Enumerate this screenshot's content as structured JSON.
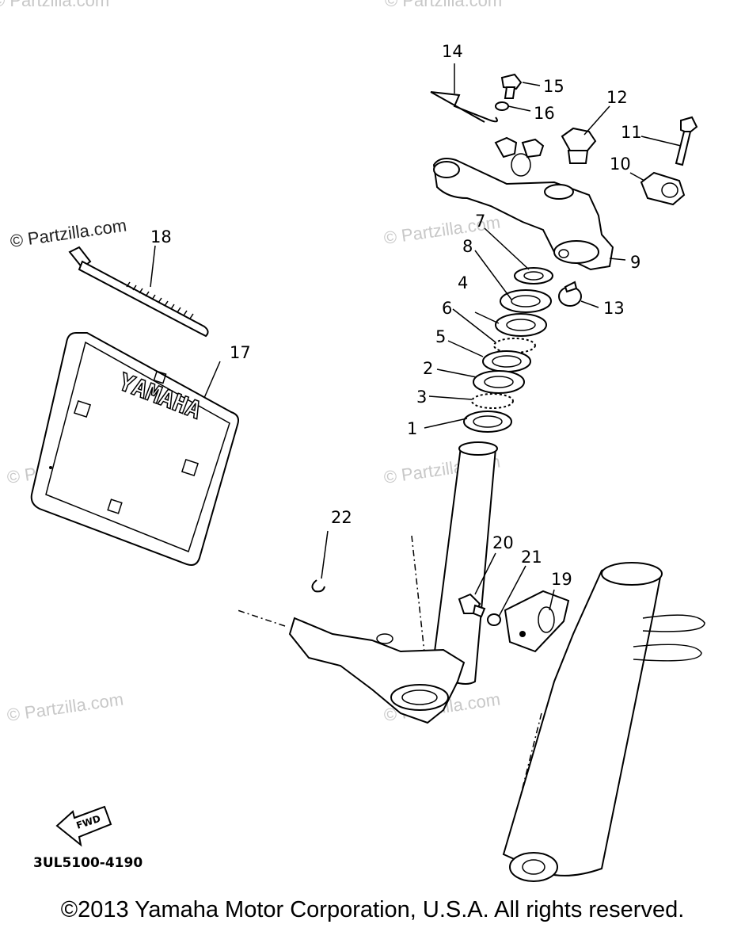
{
  "diagram": {
    "callouts": [
      {
        "id": "1",
        "text": "1"
      },
      {
        "id": "2",
        "text": "2"
      },
      {
        "id": "3",
        "text": "3"
      },
      {
        "id": "4",
        "text": "4"
      },
      {
        "id": "5",
        "text": "5"
      },
      {
        "id": "6",
        "text": "6"
      },
      {
        "id": "7",
        "text": "7"
      },
      {
        "id": "8",
        "text": "8"
      },
      {
        "id": "9",
        "text": "9"
      },
      {
        "id": "10",
        "text": "10"
      },
      {
        "id": "11",
        "text": "11"
      },
      {
        "id": "12",
        "text": "12"
      },
      {
        "id": "13",
        "text": "13"
      },
      {
        "id": "14",
        "text": "14"
      },
      {
        "id": "15",
        "text": "15"
      },
      {
        "id": "16",
        "text": "16"
      },
      {
        "id": "17",
        "text": "17"
      },
      {
        "id": "18",
        "text": "18"
      },
      {
        "id": "19",
        "text": "19"
      },
      {
        "id": "20",
        "text": "20"
      },
      {
        "id": "21",
        "text": "21"
      },
      {
        "id": "22",
        "text": "22"
      }
    ],
    "plate_text": "YAMAHA",
    "fwd_text": "FWD",
    "diagram_code": "3UL5100-4190",
    "watermarks": [
      "© Partzilla.com",
      "© Partzilla.com",
      "© Partzilla.com",
      "© Partzilla.com",
      "© Partzilla.com",
      "© Partzilla.com",
      "© Partzilla.com"
    ]
  },
  "footer": {
    "copyright": "©2013  Yamaha Motor Corporation, U.S.A. All rights reserved."
  },
  "colors": {
    "line": "#000000",
    "watermark": "#c8c8c8",
    "background": "#ffffff"
  }
}
